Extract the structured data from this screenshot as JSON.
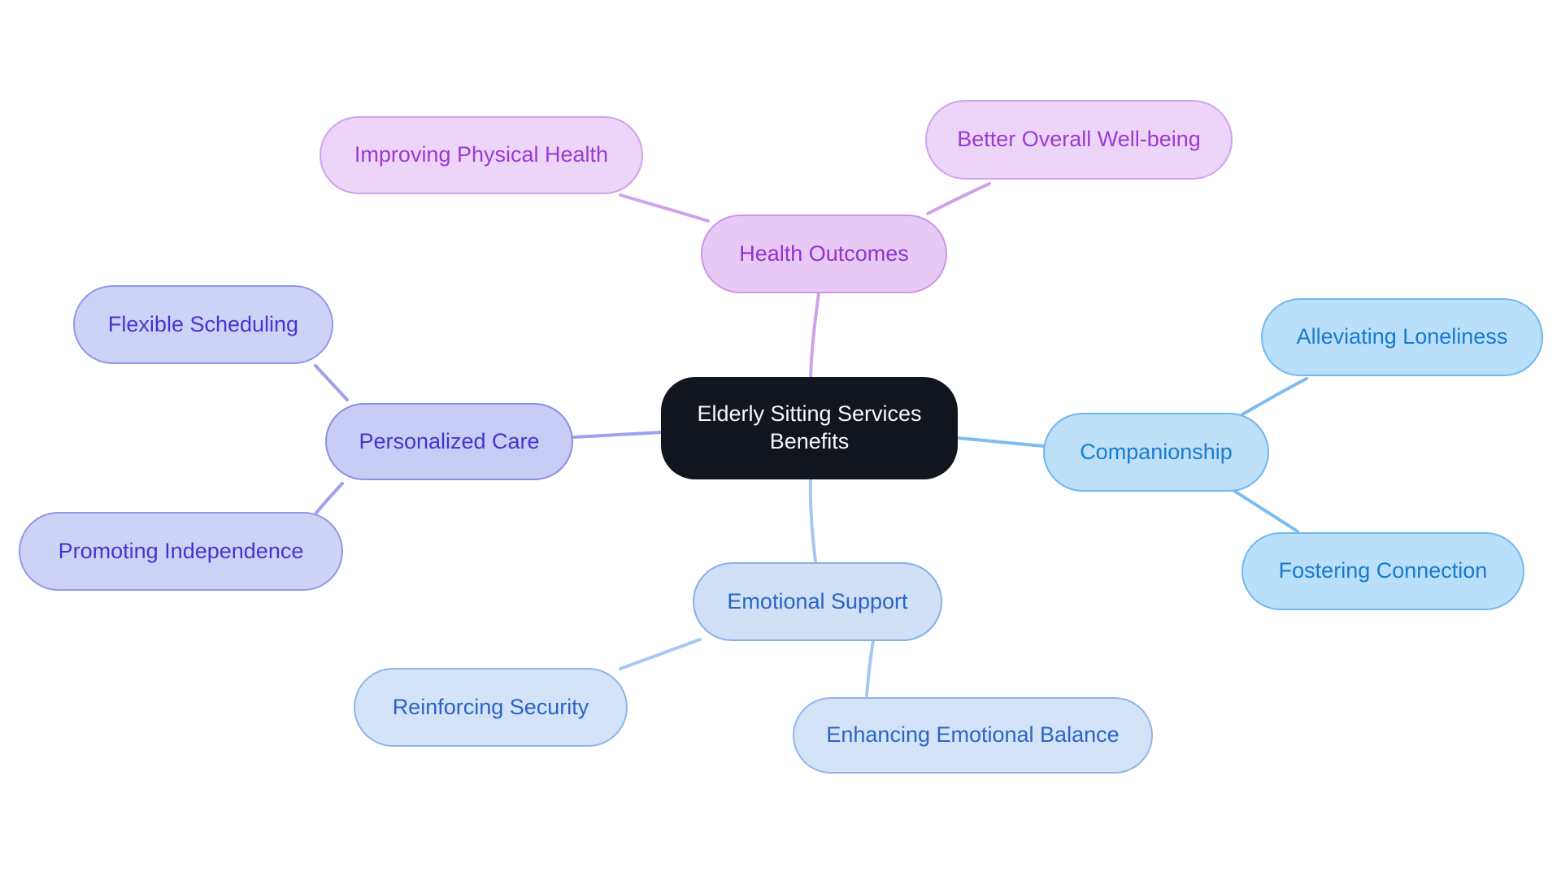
{
  "canvas": {
    "background": "#FFFFFF"
  },
  "nodes": {
    "center": {
      "label": "Elderly Sitting Services Benefits",
      "colors": {
        "fill": "#11151E",
        "border": "#11151E",
        "text": "#F7F8FA"
      }
    },
    "health": {
      "label": "Health Outcomes",
      "colors": {
        "fill": "#E8C9F6",
        "border": "#CD96E6",
        "text": "#9333CC"
      }
    },
    "improving": {
      "label": "Improving Physical Health",
      "colors": {
        "fill": "#ECD5F9",
        "border": "#D2A2EA",
        "text": "#9C3AD1"
      }
    },
    "better": {
      "label": "Better Overall Well-being",
      "colors": {
        "fill": "#ECD5F9",
        "border": "#D2A2EA",
        "text": "#9C3AD1"
      }
    },
    "companionship": {
      "label": "Companionship",
      "colors": {
        "fill": "#BDE0F8",
        "border": "#6EB7ED",
        "text": "#1B7CD0"
      }
    },
    "alleviating": {
      "label": "Alleviating Loneliness",
      "colors": {
        "fill": "#B9DFFA",
        "border": "#72B9EE",
        "text": "#187ACD"
      }
    },
    "fostering": {
      "label": "Fostering Connection",
      "colors": {
        "fill": "#B9DFFA",
        "border": "#72B9EE",
        "text": "#187ACD"
      }
    },
    "emotional": {
      "label": "Emotional Support",
      "colors": {
        "fill": "#CFE0F7",
        "border": "#89AFE7",
        "text": "#2B64C6"
      }
    },
    "reinforcing": {
      "label": "Reinforcing Security",
      "colors": {
        "fill": "#D3E3F8",
        "border": "#90B5E9",
        "text": "#2B64C6"
      }
    },
    "enhancing": {
      "label": "Enhancing Emotional Balance",
      "colors": {
        "fill": "#D3E3F8",
        "border": "#90B5E9",
        "text": "#2B64C6"
      }
    },
    "personalized": {
      "label": "Personalized Care",
      "colors": {
        "fill": "#C9CCF4",
        "border": "#8A8FE2",
        "text": "#3E38CE"
      }
    },
    "flexible": {
      "label": "Flexible Scheduling",
      "colors": {
        "fill": "#CFD2F7",
        "border": "#9298E6",
        "text": "#3E38CE"
      }
    },
    "promoting": {
      "label": "Promoting Independence",
      "colors": {
        "fill": "#CFD2F7",
        "border": "#9298E6",
        "text": "#3E38CE"
      }
    }
  },
  "edges": {
    "health": "#CFA3EA",
    "companionship": "#7CBDEF",
    "emotional": "#A5C8F1",
    "personalized": "#9CA2EC"
  }
}
